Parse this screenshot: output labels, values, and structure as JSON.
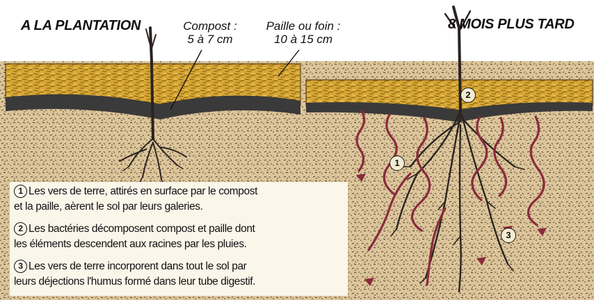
{
  "headings": {
    "left": "A LA PLANTATION",
    "right": "8 MOIS PLUS TARD"
  },
  "labels": {
    "compost_1": "Compost :",
    "compost_2": "5 à 7 cm",
    "paille_1": "Paille ou foin :",
    "paille_2": "10 à 15 cm"
  },
  "markers": [
    "1",
    "2",
    "3"
  ],
  "legend": [
    {
      "num": "1",
      "line1": "Les vers de terre, attirés en surface par le compost",
      "line2": "et la paille, aèrent le sol par leurs galeries."
    },
    {
      "num": "2",
      "line1": "Les bactéries décomposent compost et paille dont",
      "line2": "les éléments descendent aux racines par les pluies."
    },
    {
      "num": "3",
      "line1": "Les vers de terre incorporent dans tout le sol par",
      "line2": "leurs déjections l'humus formé dans leur tube digestif."
    }
  ],
  "colors": {
    "soil": "#dcc59a",
    "mulch": "#d8a733",
    "compost": "#3b3a3a",
    "roots": "#2a2320",
    "worm_galleries": "#8a2b3c"
  }
}
